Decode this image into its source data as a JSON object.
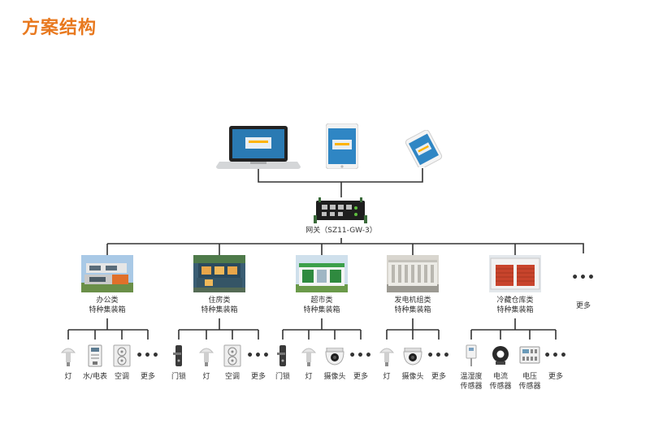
{
  "title": "方案结构",
  "gateway": {
    "label": "网关（SZ11-GW-3）"
  },
  "clients": [
    "laptop",
    "tablet",
    "phone"
  ],
  "categories": [
    {
      "line1": "办公类",
      "line2": "特种集装箱",
      "photo": "office-container",
      "items": [
        {
          "label": "灯",
          "icon": "lamp"
        },
        {
          "label": "水/电表",
          "icon": "meter"
        },
        {
          "label": "空调",
          "icon": "ac"
        },
        {
          "label": "更多",
          "icon": "more"
        }
      ]
    },
    {
      "line1": "住房类",
      "line2": "特种集装箱",
      "photo": "housing-container",
      "items": [
        {
          "label": "门锁",
          "icon": "lock"
        },
        {
          "label": "灯",
          "icon": "lamp"
        },
        {
          "label": "空调",
          "icon": "ac"
        },
        {
          "label": "更多",
          "icon": "more"
        }
      ]
    },
    {
      "line1": "超市类",
      "line2": "特种集装箱",
      "photo": "supermarket-container",
      "items": [
        {
          "label": "门锁",
          "icon": "lock"
        },
        {
          "label": "灯",
          "icon": "lamp"
        },
        {
          "label": "摄像头",
          "icon": "camera"
        },
        {
          "label": "更多",
          "icon": "more"
        }
      ]
    },
    {
      "line1": "发电机组类",
      "line2": "特种集装箱",
      "photo": "generator-container",
      "items": [
        {
          "label": "灯",
          "icon": "lamp"
        },
        {
          "label": "摄像头",
          "icon": "camera"
        },
        {
          "label": "更多",
          "icon": "more"
        }
      ]
    },
    {
      "line1": "冷藏仓库类",
      "line2": "特种集装箱",
      "photo": "cold-storage-container",
      "items": [
        {
          "label1": "温湿度",
          "label2": "传感器",
          "icon": "th-sensor"
        },
        {
          "label1": "电流",
          "label2": "传感器",
          "icon": "current-sensor"
        },
        {
          "label1": "电压",
          "label2": "传感器",
          "icon": "voltage-sensor"
        },
        {
          "label": "更多",
          "icon": "more"
        }
      ]
    }
  ],
  "more_category": {
    "label": "更多"
  },
  "colors": {
    "title": "#e8791f",
    "line": "#333333"
  }
}
